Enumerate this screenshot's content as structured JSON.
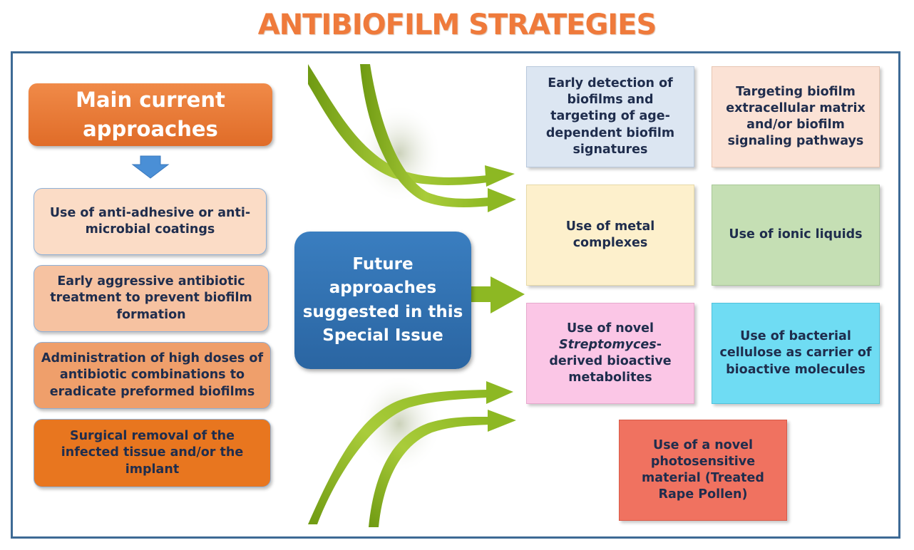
{
  "title": "ANTIBIOFILM STRATEGIES",
  "main_current": {
    "header": "Main current approaches",
    "items": [
      "Use of anti-adhesive or anti-microbial coatings",
      "Early aggressive antibiotic treatment to prevent biofilm formation",
      "Administration of high doses of antibiotic combinations to eradicate preformed biofilms",
      "Surgical removal of the infected tissue and/or the implant"
    ]
  },
  "future": {
    "header": "Future approaches suggested in this Special Issue"
  },
  "approaches": {
    "early_detection": "Early detection of biofilms and targeting of age-dependent biofilm signatures",
    "matrix": "Targeting biofilm extracellular matrix and/or biofilm signaling pathways",
    "metal": "Use of metal complexes",
    "ionic": "Use of ionic liquids",
    "streptomyces_pre": "Use of novel ",
    "streptomyces_italic": "Streptomyces",
    "streptomyces_post": "-derived bioactive metabolites",
    "cellulose": "Use of bacterial cellulose as carrier of bioactive molecules",
    "pollen": "Use of a novel photosensitive material (Treated Rape Pollen)"
  },
  "colors": {
    "title": "#ef7a3b",
    "frame": "#3d6a95",
    "main_header": "#e8783a",
    "future_header": "#2f70b0",
    "arrow_green": "#9cc32a",
    "down_arrow": "#4a8fd6"
  }
}
